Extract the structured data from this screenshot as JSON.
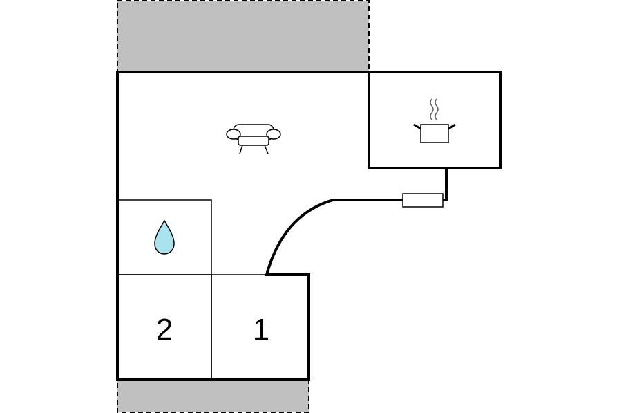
{
  "floorplan": {
    "rooms": [
      {
        "id": "bedroom-1",
        "label": "1"
      },
      {
        "id": "bedroom-2",
        "label": "2"
      }
    ],
    "icons": [
      "sofa-icon",
      "cooking-pot-icon",
      "water-drop-icon",
      "radiator-icon"
    ],
    "colors": {
      "terrace": "#c0c0c0",
      "wall": "#000000",
      "water": "#a8e3ee",
      "background": "#ffffff"
    }
  }
}
